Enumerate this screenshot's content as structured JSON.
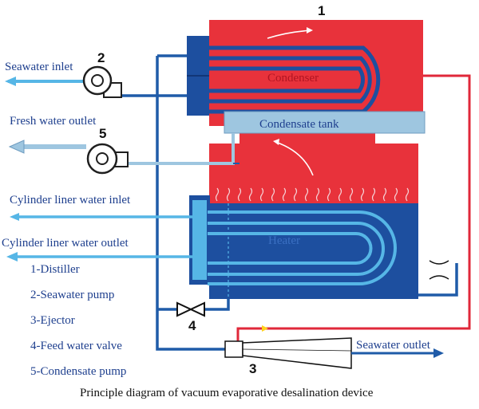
{
  "labels": {
    "seawater_inlet": "Seawater inlet",
    "fresh_water_outlet": "Fresh water outlet",
    "cylinder_liner_water_inlet": "Cylinder liner water inlet",
    "cylinder_liner_water_outlet": "Cylinder liner water outlet",
    "seawater_outlet": "Seawater outlet",
    "condenser": "Condenser",
    "condensate_tank": "Condensate tank",
    "heater": "Heater"
  },
  "numbers": {
    "distiller": "1",
    "seawater_pump": "2",
    "ejector": "3",
    "feed_water_valve": "4",
    "condensate_pump": "5"
  },
  "legend": [
    "1-Distiller",
    "2-Seawater pump",
    "3-Ejector",
    "4-Feed water valve",
    "5-Condensate pump"
  ],
  "caption": "Principle diagram of vacuum evaporative desalination device",
  "colors": {
    "shell_red": "#e8323b",
    "heater_blue": "#1d4f9f",
    "pipe_blue": "#1f5ba8",
    "light_blue": "#56b6e6",
    "tank_blue": "#9ec6e0",
    "red_pipe": "#e0283a",
    "text_blue": "#1e3f8e"
  }
}
